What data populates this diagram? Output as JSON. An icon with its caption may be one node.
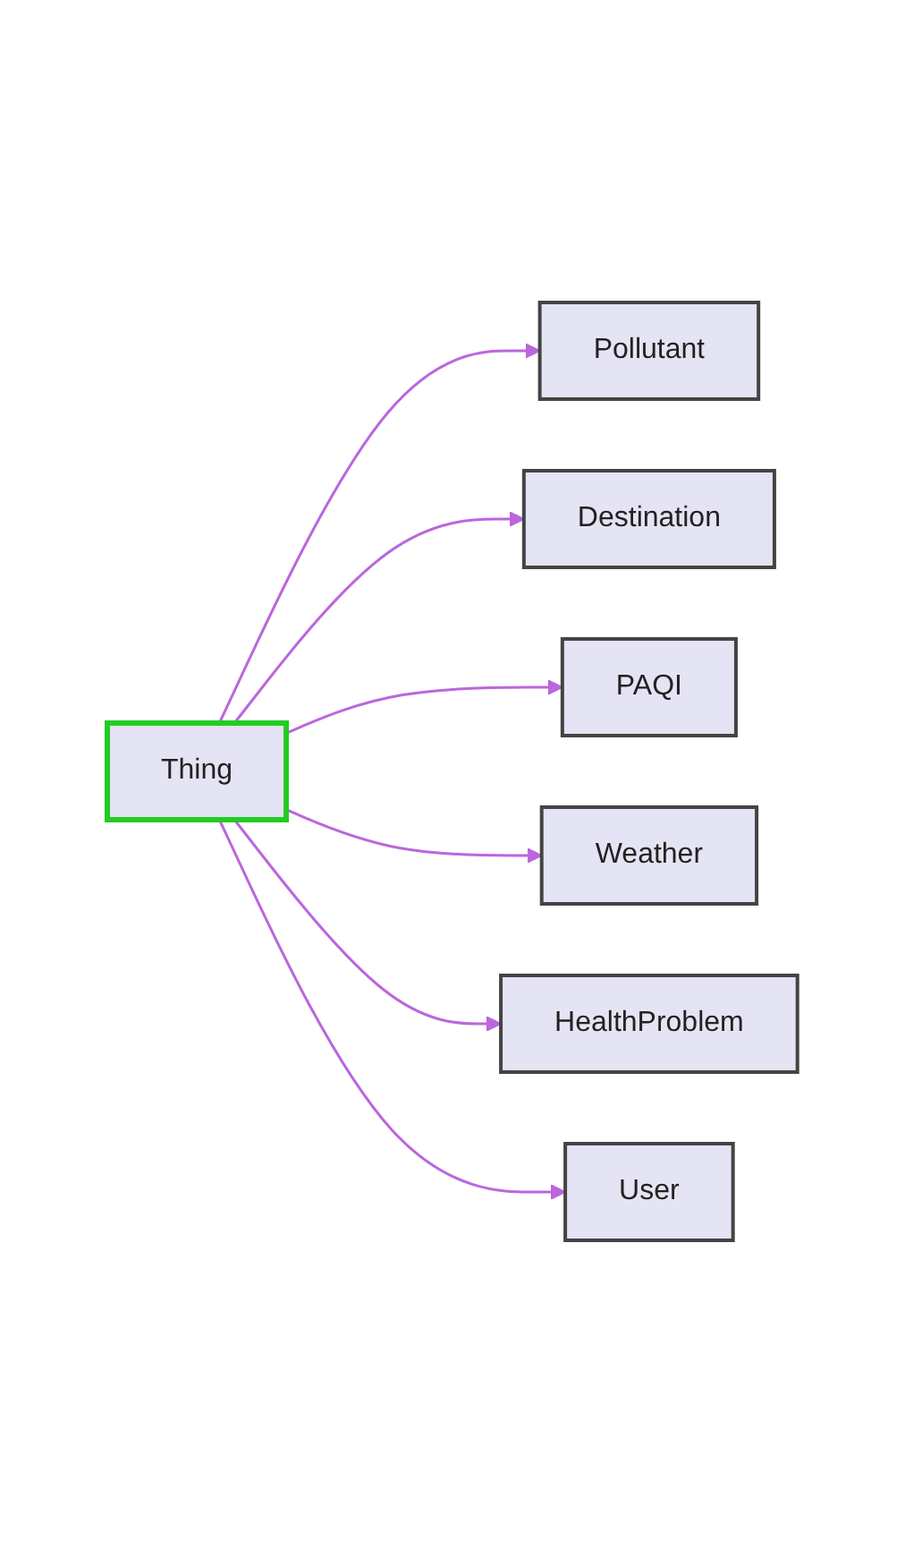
{
  "diagram": {
    "nodes": [
      {
        "text": [
          "Thing"
        ]
      },
      {
        "text": [
          "Pollutant"
        ]
      },
      {
        "text": [
          "Destination"
        ]
      },
      {
        "text": [
          "PAQI"
        ]
      },
      {
        "text": [
          "Weather"
        ]
      },
      {
        "text": [
          "HealthProblem"
        ]
      },
      {
        "text": [
          "User"
        ]
      }
    ],
    "edges": [
      {
        "from": 0,
        "to": 1,
        "arrow": "to"
      },
      {
        "from": 0,
        "to": 2,
        "arrow": "to"
      },
      {
        "from": 0,
        "to": 3,
        "arrow": "to"
      },
      {
        "from": 0,
        "to": 4,
        "arrow": "to"
      },
      {
        "from": 0,
        "to": 5,
        "arrow": "to"
      },
      {
        "from": 0,
        "to": 6,
        "arrow": "to"
      }
    ]
  }
}
